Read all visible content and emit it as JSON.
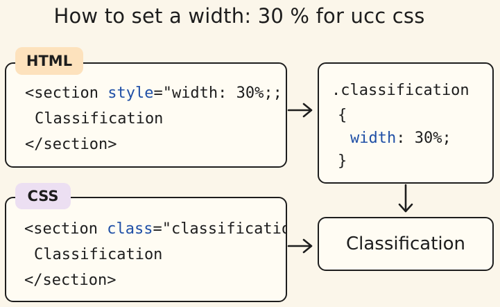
{
  "title": "How to set a width: 30 % for ucc css",
  "html_panel": {
    "tag": "HTML",
    "line1_open": "<section ",
    "line1_attr": "style",
    "line1_rest": "=\"width: 30%;;",
    "line2": "Classification",
    "line3": "</section>"
  },
  "css_rule_panel": {
    "selector": ".classification",
    "open_brace": "{",
    "property": "width",
    "value_rest": ": 30%;",
    "close_brace": "}"
  },
  "css_panel": {
    "tag": "CSS",
    "line1_open": "<section ",
    "line1_attr": "class",
    "line1_rest": "=\"classification",
    "line2": "Classification",
    "line3": "</section>"
  },
  "result_panel": {
    "text": "Classification"
  },
  "colors": {
    "background": "#fbf6ea",
    "html_tag": "#fde2bd",
    "css_tag": "#ecdff2",
    "keyword_blue": "#1f4fa6"
  }
}
